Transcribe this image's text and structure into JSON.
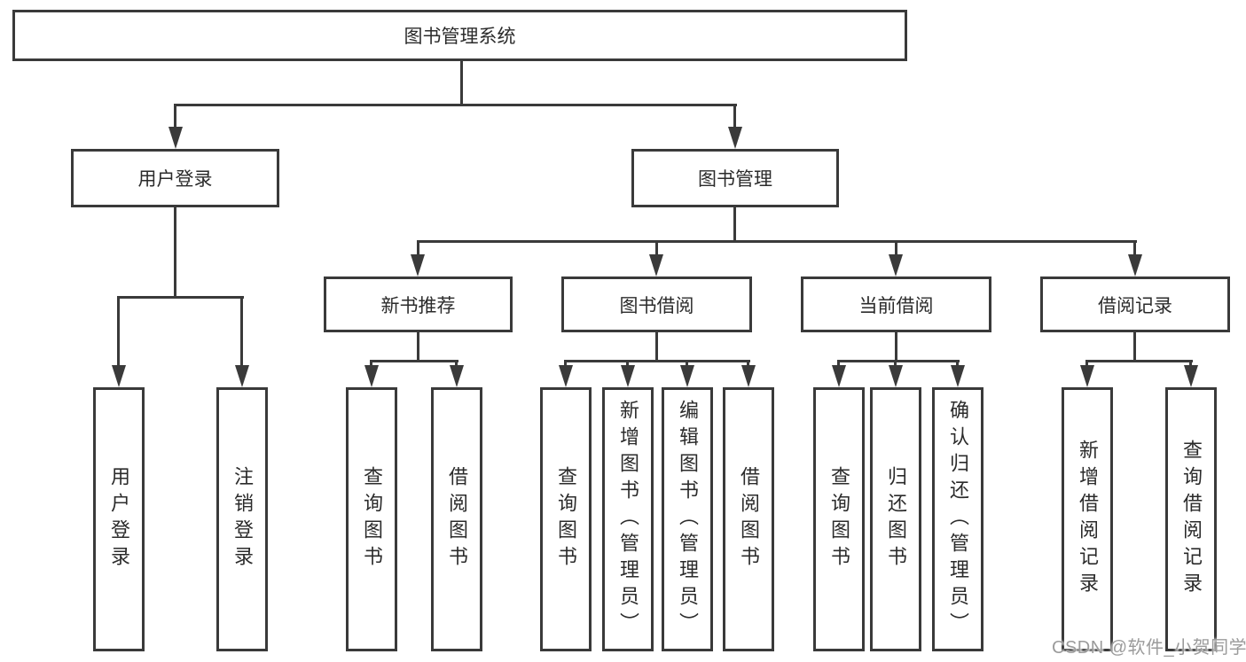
{
  "nodes": {
    "root": "图书管理系统",
    "user_login": "用户登录",
    "book_mgmt": "图书管理",
    "new_book_rec": "新书推荐",
    "book_borrow": "图书借阅",
    "current_borrow": "当前借阅",
    "borrow_record": "借阅记录",
    "login_leaf": "用户登录",
    "logout_leaf": "注销登录",
    "rec_query_book": "查询图书",
    "rec_borrow_book": "借阅图书",
    "bb_query_book": "查询图书",
    "bb_add_book": "新增图书（管理员）",
    "bb_edit_book": "编辑图书（管理员）",
    "bb_borrow_book": "借阅图书",
    "cb_query_book": "查询图书",
    "cb_return_book": "归还图书",
    "cb_confirm_return": "确认归还（管理员）",
    "br_add_record": "新增借阅记录",
    "br_query_record": "查询借阅记录"
  },
  "watermark": "CSDN @软件_小贺同学",
  "colors": {
    "line": "#3a3a3a",
    "text": "#2b2b2b",
    "watermark": "#9b9b9b",
    "background": "#ffffff"
  }
}
